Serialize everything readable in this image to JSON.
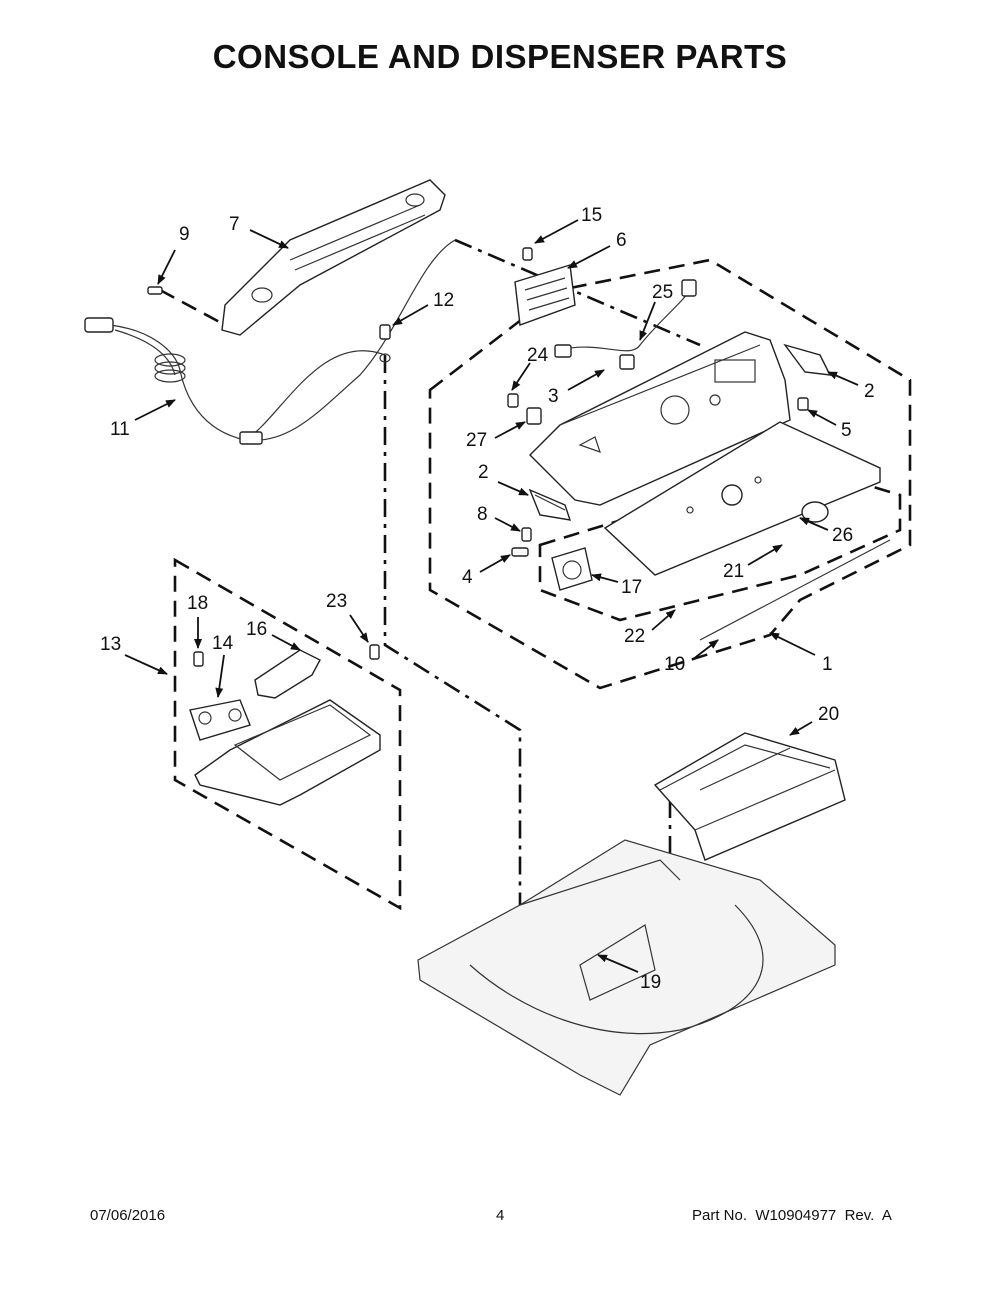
{
  "title": "CONSOLE AND DISPENSER PARTS",
  "callouts": [
    {
      "id": "c1",
      "label": "1"
    },
    {
      "id": "c2a",
      "label": "2"
    },
    {
      "id": "c2b",
      "label": "2"
    },
    {
      "id": "c3",
      "label": "3"
    },
    {
      "id": "c4",
      "label": "4"
    },
    {
      "id": "c5",
      "label": "5"
    },
    {
      "id": "c6",
      "label": "6"
    },
    {
      "id": "c7",
      "label": "7"
    },
    {
      "id": "c8",
      "label": "8"
    },
    {
      "id": "c9",
      "label": "9"
    },
    {
      "id": "c10",
      "label": "10"
    },
    {
      "id": "c11",
      "label": "11"
    },
    {
      "id": "c12",
      "label": "12"
    },
    {
      "id": "c13",
      "label": "13"
    },
    {
      "id": "c14",
      "label": "14"
    },
    {
      "id": "c15",
      "label": "15"
    },
    {
      "id": "c16",
      "label": "16"
    },
    {
      "id": "c17",
      "label": "17"
    },
    {
      "id": "c18",
      "label": "18"
    },
    {
      "id": "c19",
      "label": "19"
    },
    {
      "id": "c20",
      "label": "20"
    },
    {
      "id": "c21",
      "label": "21"
    },
    {
      "id": "c22",
      "label": "22"
    },
    {
      "id": "c23",
      "label": "23"
    },
    {
      "id": "c24",
      "label": "24"
    },
    {
      "id": "c25",
      "label": "25"
    },
    {
      "id": "c26",
      "label": "26"
    },
    {
      "id": "c27",
      "label": "27"
    }
  ],
  "footer": {
    "date": "07/06/2016",
    "page": "4",
    "part_no": "Part No.  W10904977  Rev.  A"
  }
}
